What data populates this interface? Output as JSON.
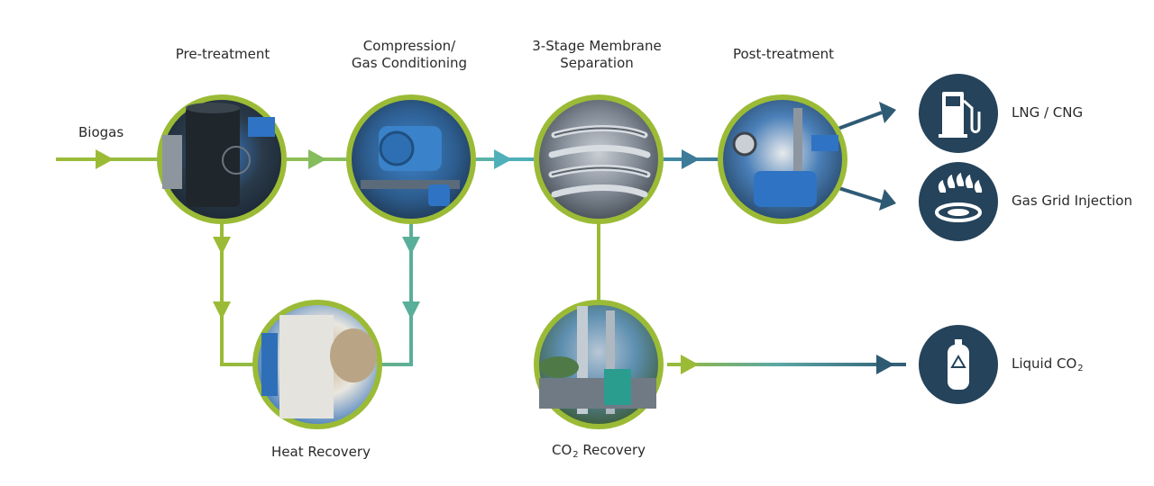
{
  "colors": {
    "green": "#9bbb36",
    "teal": "#5aaf9a",
    "cyan": "#4fa3b4",
    "blue": "#3d7b98",
    "navy": "#2a4a5e",
    "icon_bg": "#25435a",
    "text": "#2a2a2a"
  },
  "input": {
    "label": "Biogas"
  },
  "stages": {
    "pretreatment": {
      "label": "Pre-treatment"
    },
    "compression": {
      "label_line1": "Compression/",
      "label_line2": "Gas Conditioning"
    },
    "membrane": {
      "label_line1": "3-Stage Membrane",
      "label_line2": "Separation"
    },
    "posttreatment": {
      "label": "Post-treatment"
    },
    "heat_recovery": {
      "label": "Heat Recovery"
    },
    "co2_recovery": {
      "label_prefix": "CO",
      "label_sub": "2",
      "label_suffix": " Recovery"
    }
  },
  "outputs": {
    "lng_cng": {
      "label": "LNG / CNG",
      "icon": "fuel-pump-icon"
    },
    "gas_grid": {
      "label": "Gas Grid Injection",
      "icon": "gas-burner-icon"
    },
    "liquid_co2": {
      "label_prefix": "Liquid CO",
      "label_sub": "2",
      "icon": "gas-cylinder-icon"
    }
  }
}
